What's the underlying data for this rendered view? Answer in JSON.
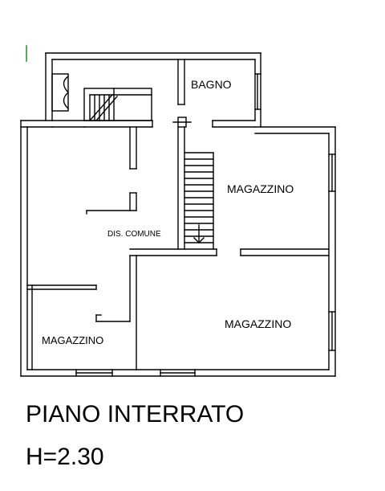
{
  "rooms": {
    "bathroom": "BAGNO",
    "storage_right": "MAGAZZINO",
    "common_corridor": "DIS. COMUNE",
    "storage_lower_right": "MAGAZZINO",
    "storage_lower_left": "MAGAZZINO"
  },
  "caption": {
    "floor_name": "PIANO INTERRATO",
    "height": "H=2.30"
  }
}
